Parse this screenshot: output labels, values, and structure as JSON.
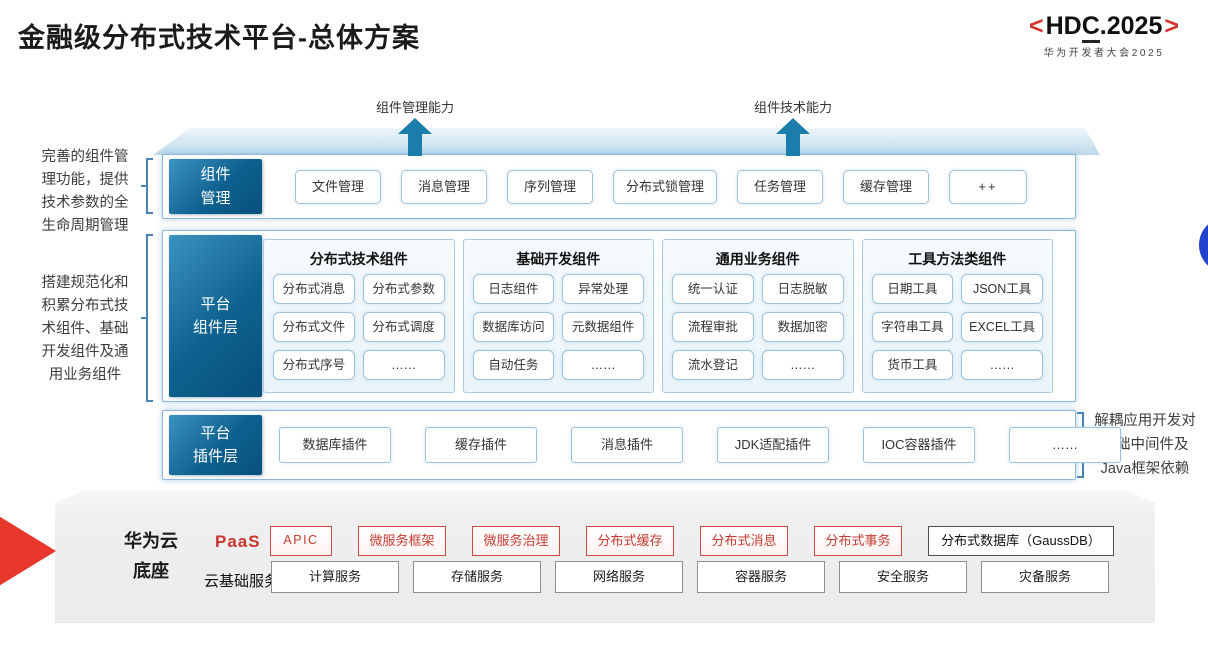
{
  "title": "金融级分布式技术平台-总体方案",
  "logo": {
    "left": "<",
    "hd": "HD",
    "c": "C",
    "rest": ".2025",
    "right": ">",
    "subtitle": "华为开发者大会2025"
  },
  "arrows": [
    {
      "label": "组件管理能力"
    },
    {
      "label": "组件技术能力"
    }
  ],
  "left_notes": [
    "完善的组件管\n理功能，提供\n技术参数的全\n生命周期管理",
    "搭建规范化和\n积累分布式技\n术组件、基础\n开发组件及通\n用业务组件"
  ],
  "right_note": "解耦应用开发对\n基础中间件及\nJava框架依赖",
  "rows": {
    "component_mgmt": {
      "label": "组件\n管理",
      "items": [
        "文件管理",
        "消息管理",
        "序列管理",
        "分布式锁管理",
        "任务管理",
        "缓存管理",
        "++"
      ]
    },
    "platform_components": {
      "label": "平台\n组件层",
      "groups": [
        {
          "title": "分布式技术组件",
          "items": [
            "分布式消息",
            "分布式参数",
            "分布式文件",
            "分布式调度",
            "分布式序号",
            "……"
          ]
        },
        {
          "title": "基础开发组件",
          "items": [
            "日志组件",
            "异常处理",
            "数据库访问",
            "元数据组件",
            "自动任务",
            "……"
          ]
        },
        {
          "title": "通用业务组件",
          "items": [
            "统一认证",
            "日志脱敏",
            "流程审批",
            "数据加密",
            "流水登记",
            "……"
          ]
        },
        {
          "title": "工具方法类组件",
          "items": [
            "日期工具",
            "JSON工具",
            "字符串工具",
            "EXCEL工具",
            "货币工具",
            "……"
          ]
        }
      ]
    },
    "platform_plugins": {
      "label": "平台\n插件层",
      "items": [
        "数据库插件",
        "缓存插件",
        "消息插件",
        "JDK适配插件",
        "IOC容器插件",
        "……"
      ]
    }
  },
  "foundation": {
    "label": "华为云\n底座",
    "paas": {
      "label": "PaaS",
      "items": [
        "APIC",
        "微服务框架",
        "微服务治理",
        "分布式缓存",
        "分布式消息",
        "分布式事务"
      ],
      "db_item": "分布式数据库（GaussDB）"
    },
    "cloud": {
      "label": "云基础服务",
      "items": [
        "计算服务",
        "存储服务",
        "网络服务",
        "容器服务",
        "安全服务",
        "灾备服务"
      ]
    }
  },
  "colors": {
    "accent_blue": "#0e618f",
    "arrow_teal": "#1a7dac",
    "hdc_red": "#d4332e",
    "paas_red": "#c9342c",
    "circle_blue": "#2443cd",
    "platform_gray": "#efeff0"
  }
}
